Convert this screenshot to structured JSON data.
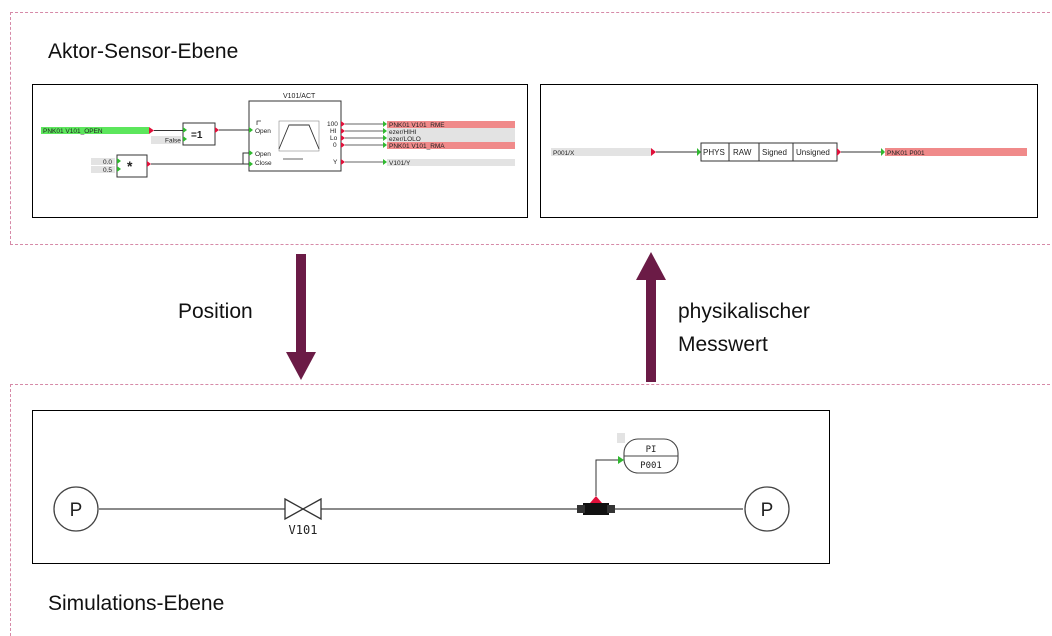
{
  "sections": {
    "top_label": "Aktor-Sensor-Ebene",
    "bottom_label": "Simulations-Ebene"
  },
  "arrows": {
    "down_label": "Position",
    "up_label_line1": "physikalischer",
    "up_label_line2": "Messwert",
    "color": "#6b1b46"
  },
  "actuator_panel": {
    "input_signal": "PNK01 V101_OPEN",
    "false_label": "False",
    "xor_label": "=1",
    "mult_label": "*",
    "const_a": "0.0",
    "const_b": "0.5",
    "block_title": "V101/ACT",
    "port_open": "Open",
    "port_open2": "Open",
    "port_close": "Close",
    "out_100": "100",
    "out_hi": "HI",
    "out_lo": "Lo",
    "out_0": "0",
    "out_y": "Y",
    "sig_rme": "PNK01 V101_RME",
    "sig_hihi": "ezer/HIHI",
    "sig_lolo": "ezer/LOLO",
    "sig_rma": "PNK01 V101_RMA",
    "sig_y": "V101/Y"
  },
  "sensor_panel": {
    "input_signal": "P001/X",
    "cells": [
      "PHYS",
      "RAW",
      "Signed",
      "Unsigned"
    ],
    "output_signal": "PNK01 P001"
  },
  "simulation_panel": {
    "pump_left": "P",
    "pump_right": "P",
    "valve_label": "V101",
    "indicator_top": "PI",
    "indicator_bottom": "P001"
  },
  "colors": {
    "dashed_border": "#d68aa8",
    "signal_green": "#5ce65c",
    "signal_red": "#f08a8a",
    "signal_grey": "#e3e3e3",
    "port_red": "#e0103a",
    "port_green": "#2fb82f"
  }
}
